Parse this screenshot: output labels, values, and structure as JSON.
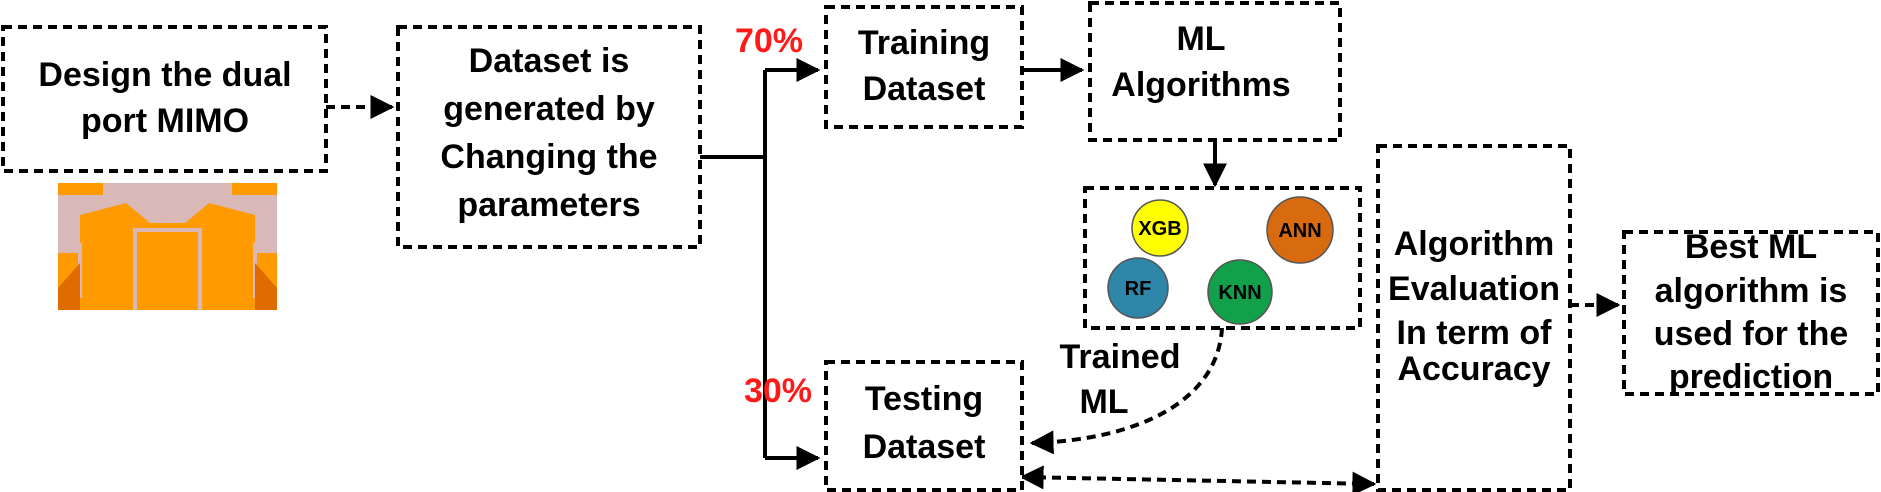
{
  "nodes": {
    "design": {
      "line1": "Design the dual",
      "line2": "port MIMO"
    },
    "dataset": {
      "line1": "Dataset is",
      "line2": "generated by",
      "line3": "Changing the",
      "line4": "parameters"
    },
    "training": {
      "line1": "Training",
      "line2": "Dataset"
    },
    "ml": {
      "line1": "ML",
      "line2": "Algorithms"
    },
    "testing": {
      "line1": "Testing",
      "line2": "Dataset"
    },
    "evaluation": {
      "line1": "Algorithm",
      "line2": "Evaluation",
      "line3": "In term of",
      "line4": "Accuracy"
    },
    "best": {
      "line1": "Best ML",
      "line2": "algorithm is",
      "line3": "used for the",
      "line4": "prediction"
    }
  },
  "split": {
    "train_pct": "70%",
    "test_pct": "30%"
  },
  "trained_label": {
    "line1": "Trained",
    "line2": "ML"
  },
  "algorithms": [
    {
      "name": "XGB",
      "color": "#ffff00"
    },
    {
      "name": "ANN",
      "color": "#d86a10"
    },
    {
      "name": "RF",
      "color": "#2e86a8"
    },
    {
      "name": "KNN",
      "color": "#12a04a"
    }
  ],
  "colors": {
    "percent": "#ff1a1a",
    "antenna_body": "#ff9a00",
    "antenna_dark": "#e06c00",
    "antenna_slot": "#d9b8b8"
  }
}
